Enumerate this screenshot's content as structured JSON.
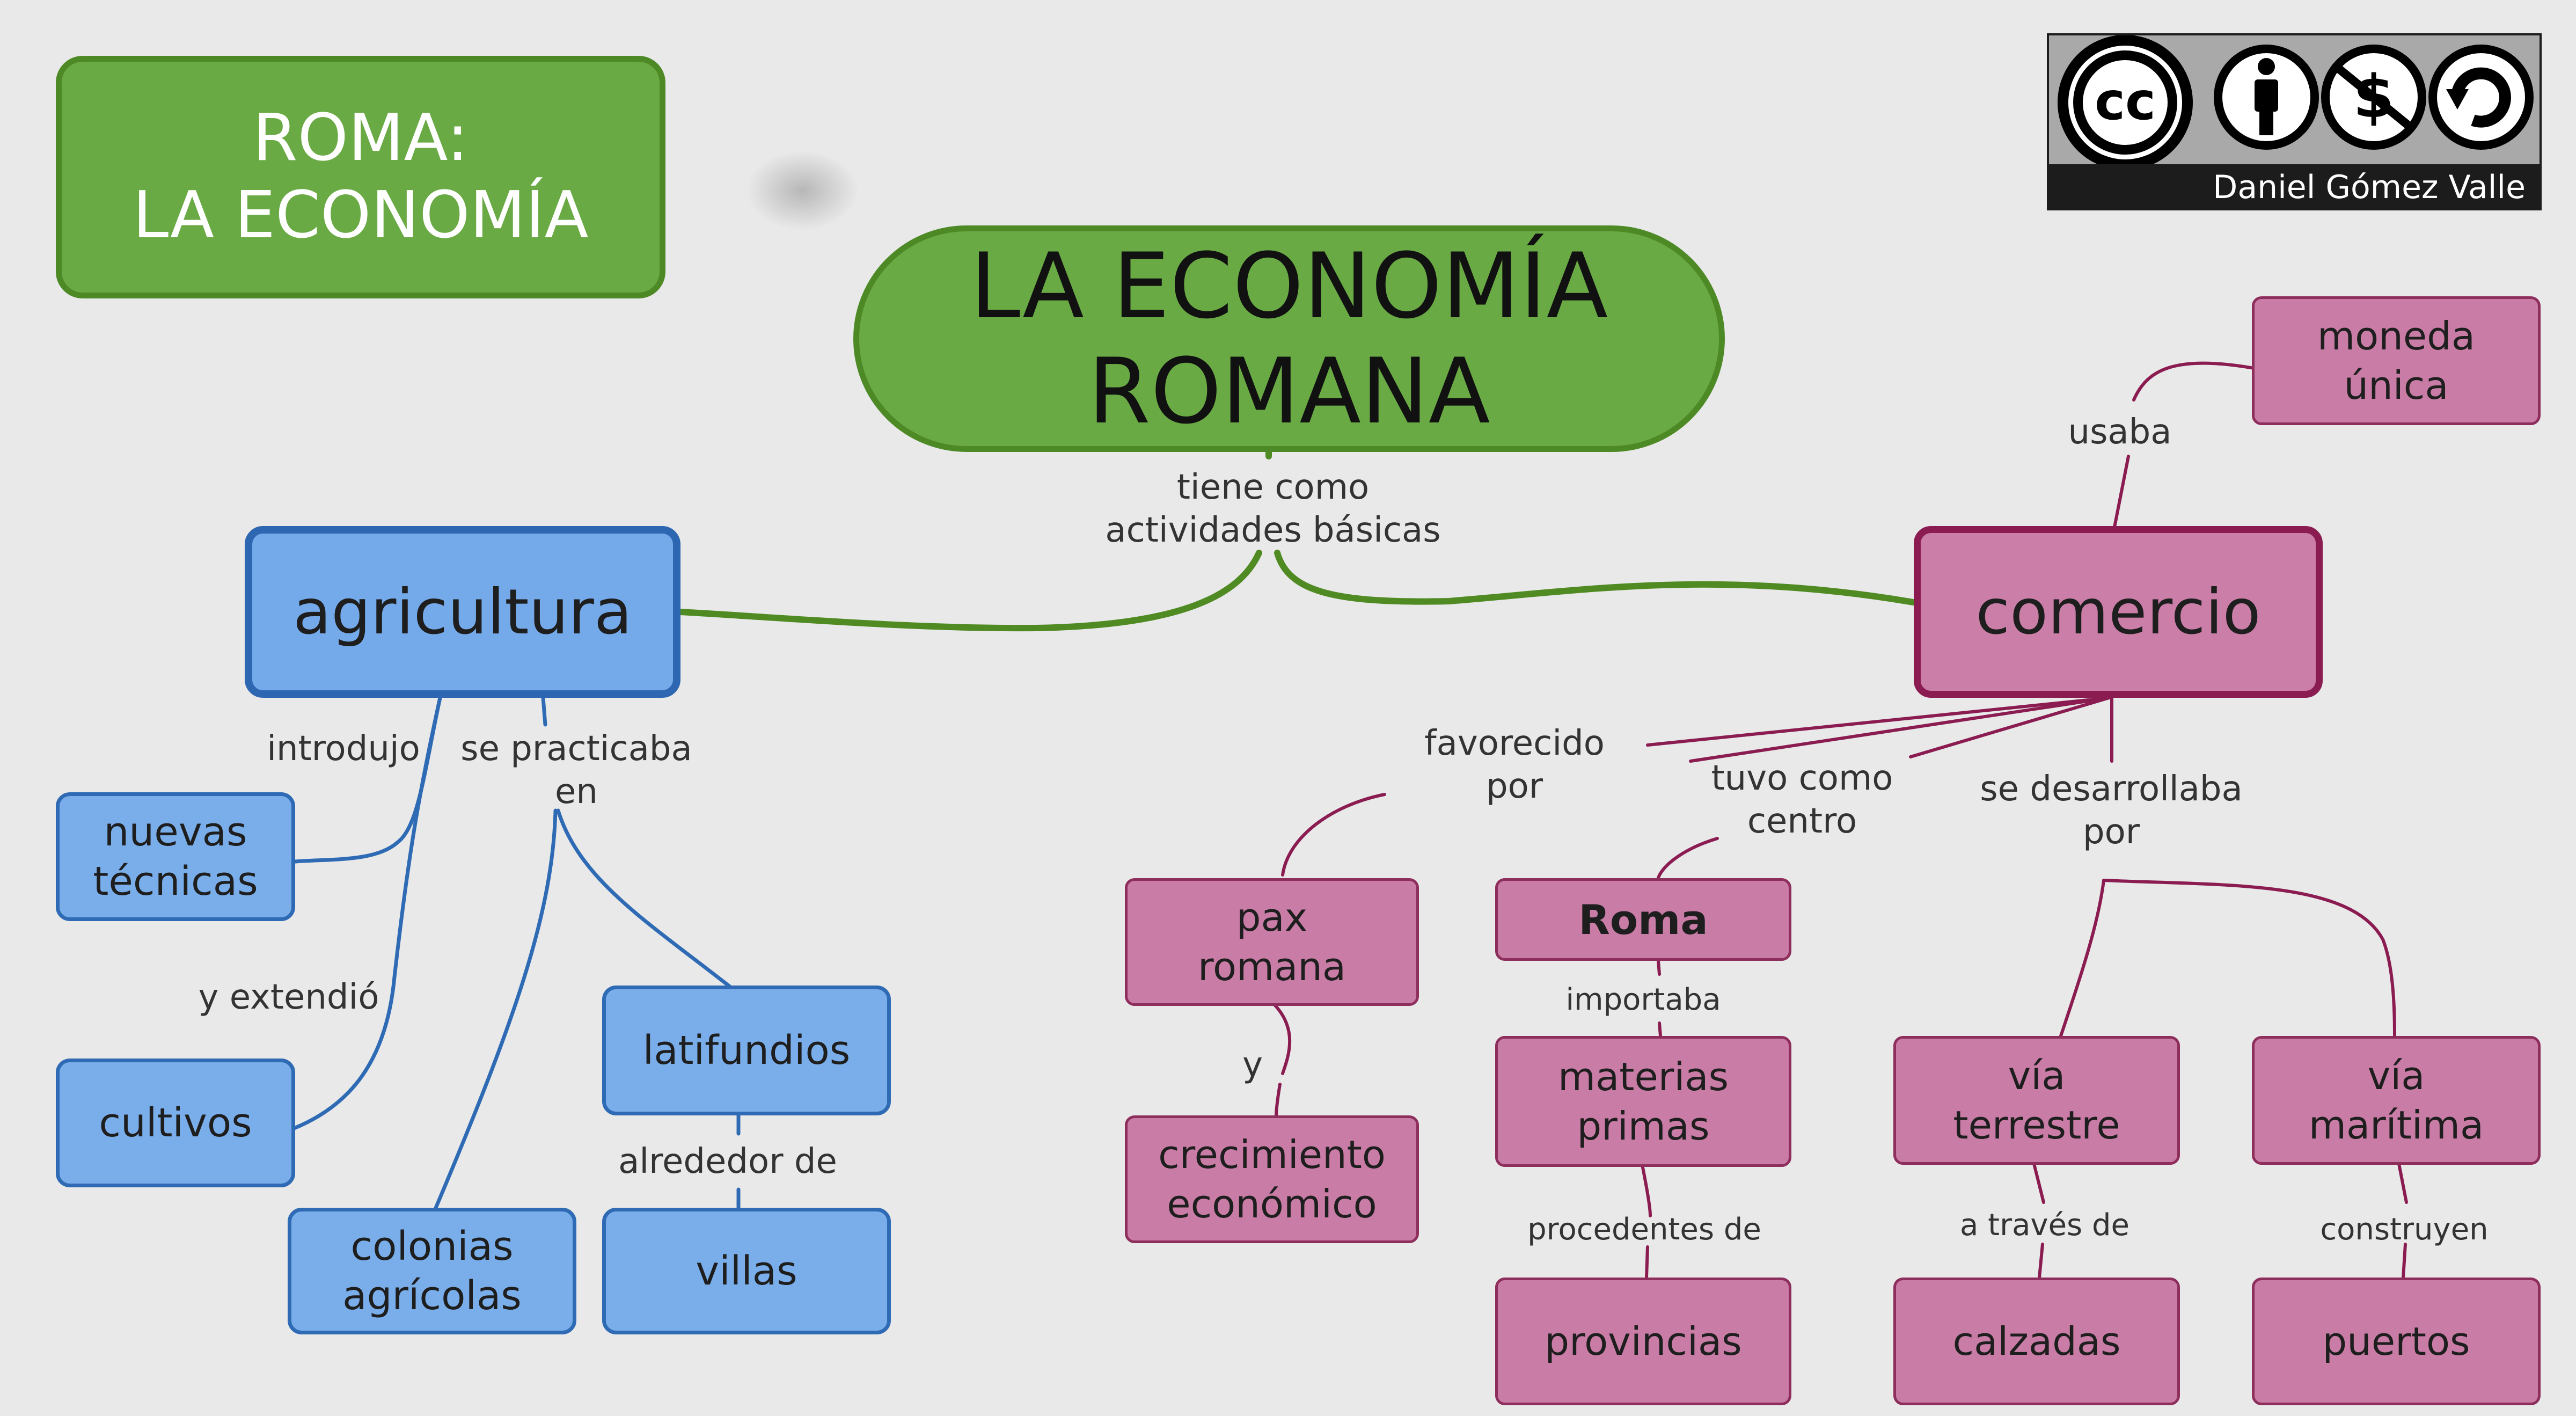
{
  "title_box": {
    "text": "ROMA:\nLA ECONOMÍA"
  },
  "central": {
    "text": "LA ECONOMÍA\nROMANA"
  },
  "license": {
    "author": "Daniel Gómez Valle",
    "icons": [
      "cc-icon",
      "by-icon",
      "nc-icon",
      "sa-icon"
    ]
  },
  "colors": {
    "green": "#6aaa45",
    "blue": "#7aaeea",
    "pink": "#c97da6",
    "green_line": "#4f8a22",
    "blue_line": "#2f6bb4",
    "pink_line": "#8b1c52"
  },
  "agricultura": {
    "label": "agricultura",
    "links": {
      "introdujo": "introdujo",
      "se_practicaba": "se practicaba\nen",
      "y_extendio": "y extendió",
      "alrededor": "alrededor de"
    },
    "nodes": {
      "nuevas_tecnicas": "nuevas\ntécnicas",
      "cultivos": "cultivos",
      "latifundios": "latifundios",
      "colonias": "colonias\nagrícolas",
      "villas": "villas"
    }
  },
  "link_central": "tiene como\nactividades básicas",
  "comercio": {
    "label": "comercio",
    "links": {
      "usaba": "usaba",
      "favorecido": "favorecido\npor",
      "tuvo_centro": "tuvo como\ncentro",
      "se_desarrollaba": "se desarrollaba\npor",
      "y": "y",
      "importaba": "importaba",
      "procedentes": "procedentes de",
      "a_traves": "a través de",
      "construyen": "construyen"
    },
    "nodes": {
      "moneda": "moneda\núnica",
      "pax": "pax\nromana",
      "crecimiento": "crecimiento\neconómico",
      "roma": "Roma",
      "materias": "materias\nprimas",
      "provincias": "provincias",
      "via_terrestre": "vía\nterrestre",
      "calzadas": "calzadas",
      "via_maritima": "vía\nmarítima",
      "puertos": "puertos"
    }
  }
}
